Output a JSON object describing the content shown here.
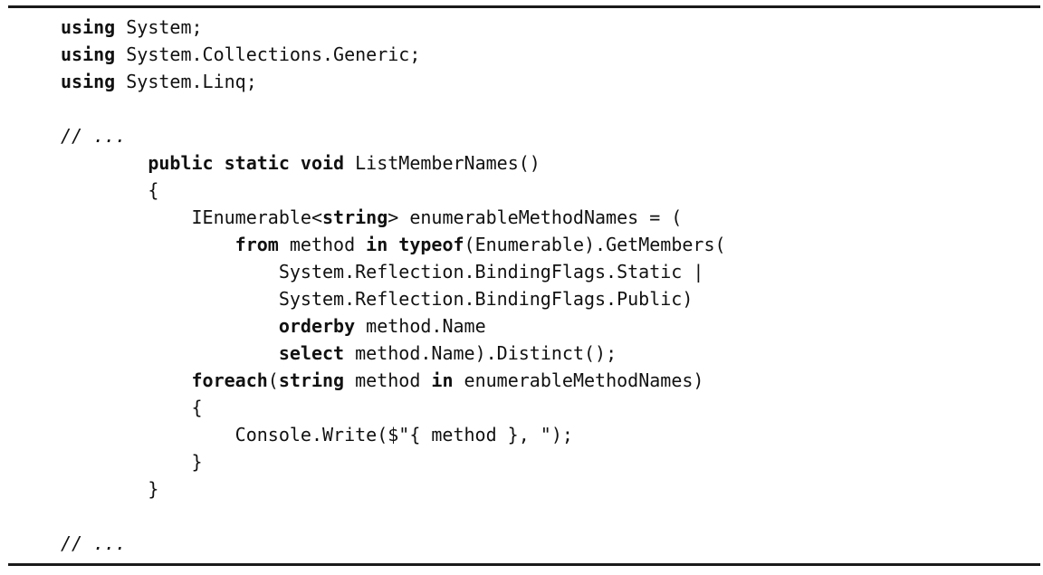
{
  "page": {
    "background_color": "#ffffff",
    "text_color": "#111111",
    "rule_color": "#1a1a1a"
  },
  "code": {
    "lines": [
      [
        {
          "t": "using",
          "s": "b"
        },
        {
          "t": " System;"
        }
      ],
      [
        {
          "t": "using",
          "s": "b"
        },
        {
          "t": " System.Collections.Generic;"
        }
      ],
      [
        {
          "t": "using",
          "s": "b"
        },
        {
          "t": " System.Linq;"
        }
      ],
      [],
      [
        {
          "t": "// ...",
          "s": "i"
        }
      ],
      [
        {
          "t": "        "
        },
        {
          "t": "public static void",
          "s": "b"
        },
        {
          "t": " ListMemberNames()"
        }
      ],
      [
        {
          "t": "        {"
        }
      ],
      [
        {
          "t": "            IEnumerable<"
        },
        {
          "t": "string",
          "s": "b"
        },
        {
          "t": "> enumerableMethodNames = ("
        }
      ],
      [
        {
          "t": "                "
        },
        {
          "t": "from",
          "s": "b"
        },
        {
          "t": " method "
        },
        {
          "t": "in",
          "s": "b"
        },
        {
          "t": " "
        },
        {
          "t": "typeof",
          "s": "b"
        },
        {
          "t": "(Enumerable).GetMembers("
        }
      ],
      [
        {
          "t": "                    System.Reflection.BindingFlags.Static |"
        }
      ],
      [
        {
          "t": "                    System.Reflection.BindingFlags.Public)"
        }
      ],
      [
        {
          "t": "                    "
        },
        {
          "t": "orderby",
          "s": "b"
        },
        {
          "t": " method.Name"
        }
      ],
      [
        {
          "t": "                    "
        },
        {
          "t": "select",
          "s": "b"
        },
        {
          "t": " method.Name).Distinct();"
        }
      ],
      [
        {
          "t": "            "
        },
        {
          "t": "foreach",
          "s": "b"
        },
        {
          "t": "("
        },
        {
          "t": "string",
          "s": "b"
        },
        {
          "t": " method "
        },
        {
          "t": "in",
          "s": "b"
        },
        {
          "t": " enumerableMethodNames)"
        }
      ],
      [
        {
          "t": "            {"
        }
      ],
      [
        {
          "t": "                Console.Write($\"{ method }, \");"
        }
      ],
      [
        {
          "t": "            }"
        }
      ],
      [
        {
          "t": "        }"
        }
      ],
      [],
      [
        {
          "t": "// ...",
          "s": "i"
        }
      ]
    ]
  }
}
